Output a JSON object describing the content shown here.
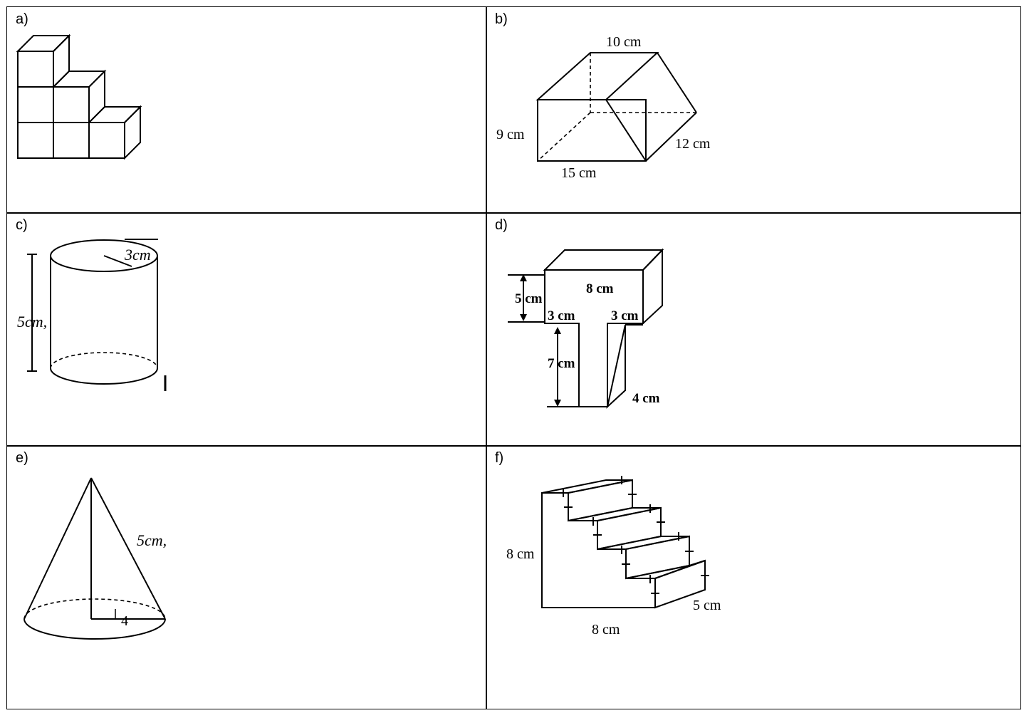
{
  "cells": [
    {
      "label": "a)"
    },
    {
      "label": "b)",
      "dims": [
        "10 cm",
        "9 cm",
        "12 cm",
        "15 cm"
      ]
    },
    {
      "label": "c)",
      "dims": [
        "3cm",
        "5cm,"
      ]
    },
    {
      "label": "d)",
      "dims": [
        "5 cm",
        "8 cm",
        "3 cm",
        "3 cm",
        "7 cm",
        "4 cm"
      ]
    },
    {
      "label": "e)",
      "dims": [
        "5cm,",
        "4"
      ]
    },
    {
      "label": "f)",
      "dims": [
        "8 cm",
        "8 cm",
        "5 cm"
      ]
    }
  ]
}
